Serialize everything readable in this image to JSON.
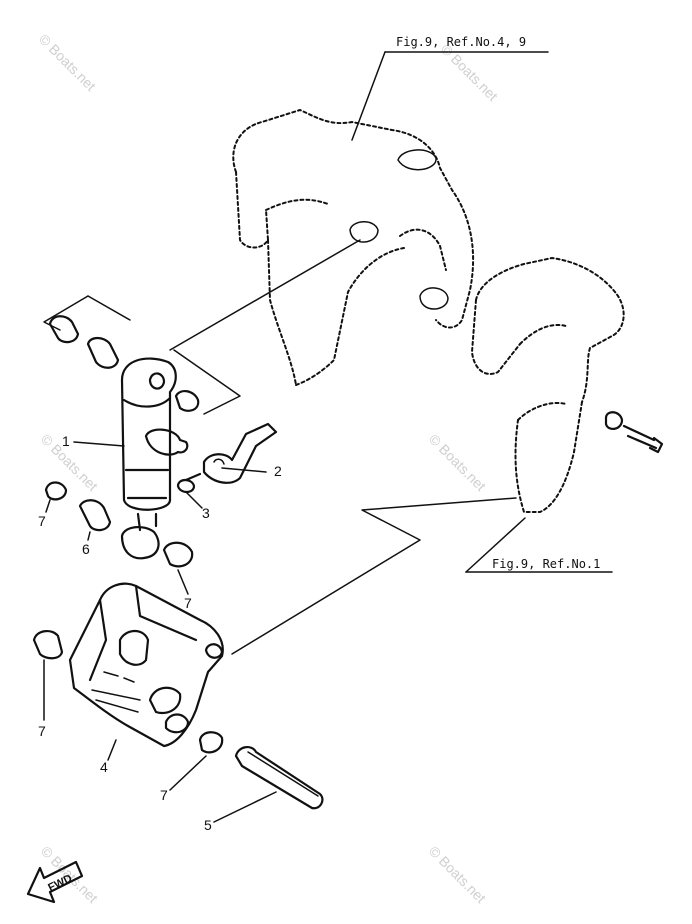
{
  "references": {
    "top": "Fig.9, Ref.No.4, 9",
    "right": "Fig.9, Ref.No.1"
  },
  "callouts": {
    "part_1": "1",
    "part_2": "2",
    "part_3": "3",
    "part_4": "4",
    "part_5": "5",
    "part_6": "6",
    "part_7": "7"
  },
  "watermark": "© Boats.net",
  "direction_label": "FWD"
}
